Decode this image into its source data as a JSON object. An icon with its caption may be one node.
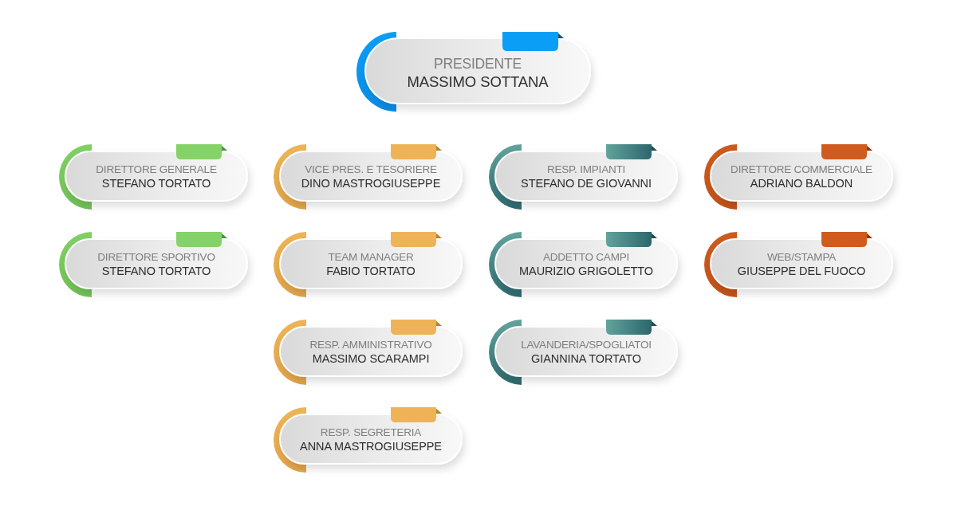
{
  "diagram": {
    "nodes": [
      {
        "text": [
          "PRESIDENTE",
          "MASSIMO SOTTANA"
        ]
      },
      {
        "text": [
          "DIRETTORE GENERALE",
          "STEFANO TORTATO"
        ]
      },
      {
        "text": [
          "VICE PRES. E TESORIERE",
          "DINO MASTROGIUSEPPE"
        ]
      },
      {
        "text": [
          "RESP. IMPIANTI",
          "STEFANO DE GIOVANNI"
        ]
      },
      {
        "text": [
          "DIRETTORE COMMERCIALE",
          "ADRIANO BALDON"
        ]
      },
      {
        "text": [
          "DIRETTORE SPORTIVO",
          "STEFANO TORTATO"
        ]
      },
      {
        "text": [
          "TEAM MANAGER",
          "FABIO TORTATO"
        ]
      },
      {
        "text": [
          "ADDETTO CAMPI",
          "MAURIZIO GRIGOLETTO"
        ]
      },
      {
        "text": [
          "WEB/STAMPA",
          "GIUSEPPE DEL FUOCO"
        ]
      },
      {
        "text": [
          "RESP. AMMINISTRATIVO",
          "MASSIMO SCARAMPI"
        ]
      },
      {
        "text": [
          "LAVANDERIA/SPOGLIATOI",
          "GIANNINA TORTATO"
        ]
      },
      {
        "text": [
          "RESP. SEGRETERIA",
          "ANNA MASTROGIUSEPPE"
        ]
      }
    ]
  }
}
